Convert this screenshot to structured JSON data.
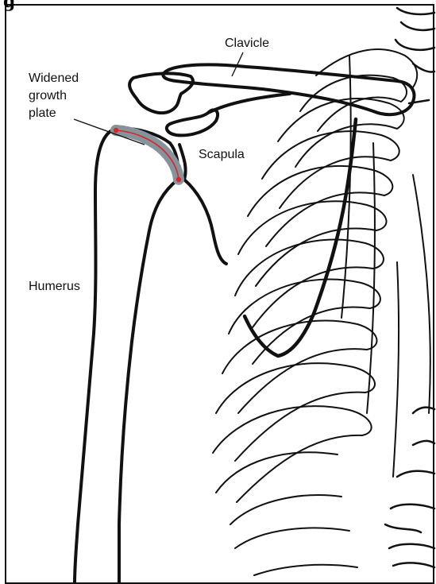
{
  "figure": {
    "title_fragment": "g"
  },
  "labels": {
    "clavicle": "Clavicle",
    "growth_plate_lines": [
      "Widened",
      "growth",
      "plate"
    ],
    "scapula": "Scapula",
    "humerus": "Humerus"
  },
  "colors": {
    "outline": "#111111",
    "growth_plate_fill": "#9aa6ad",
    "growth_plate_line": "#d9252a"
  }
}
